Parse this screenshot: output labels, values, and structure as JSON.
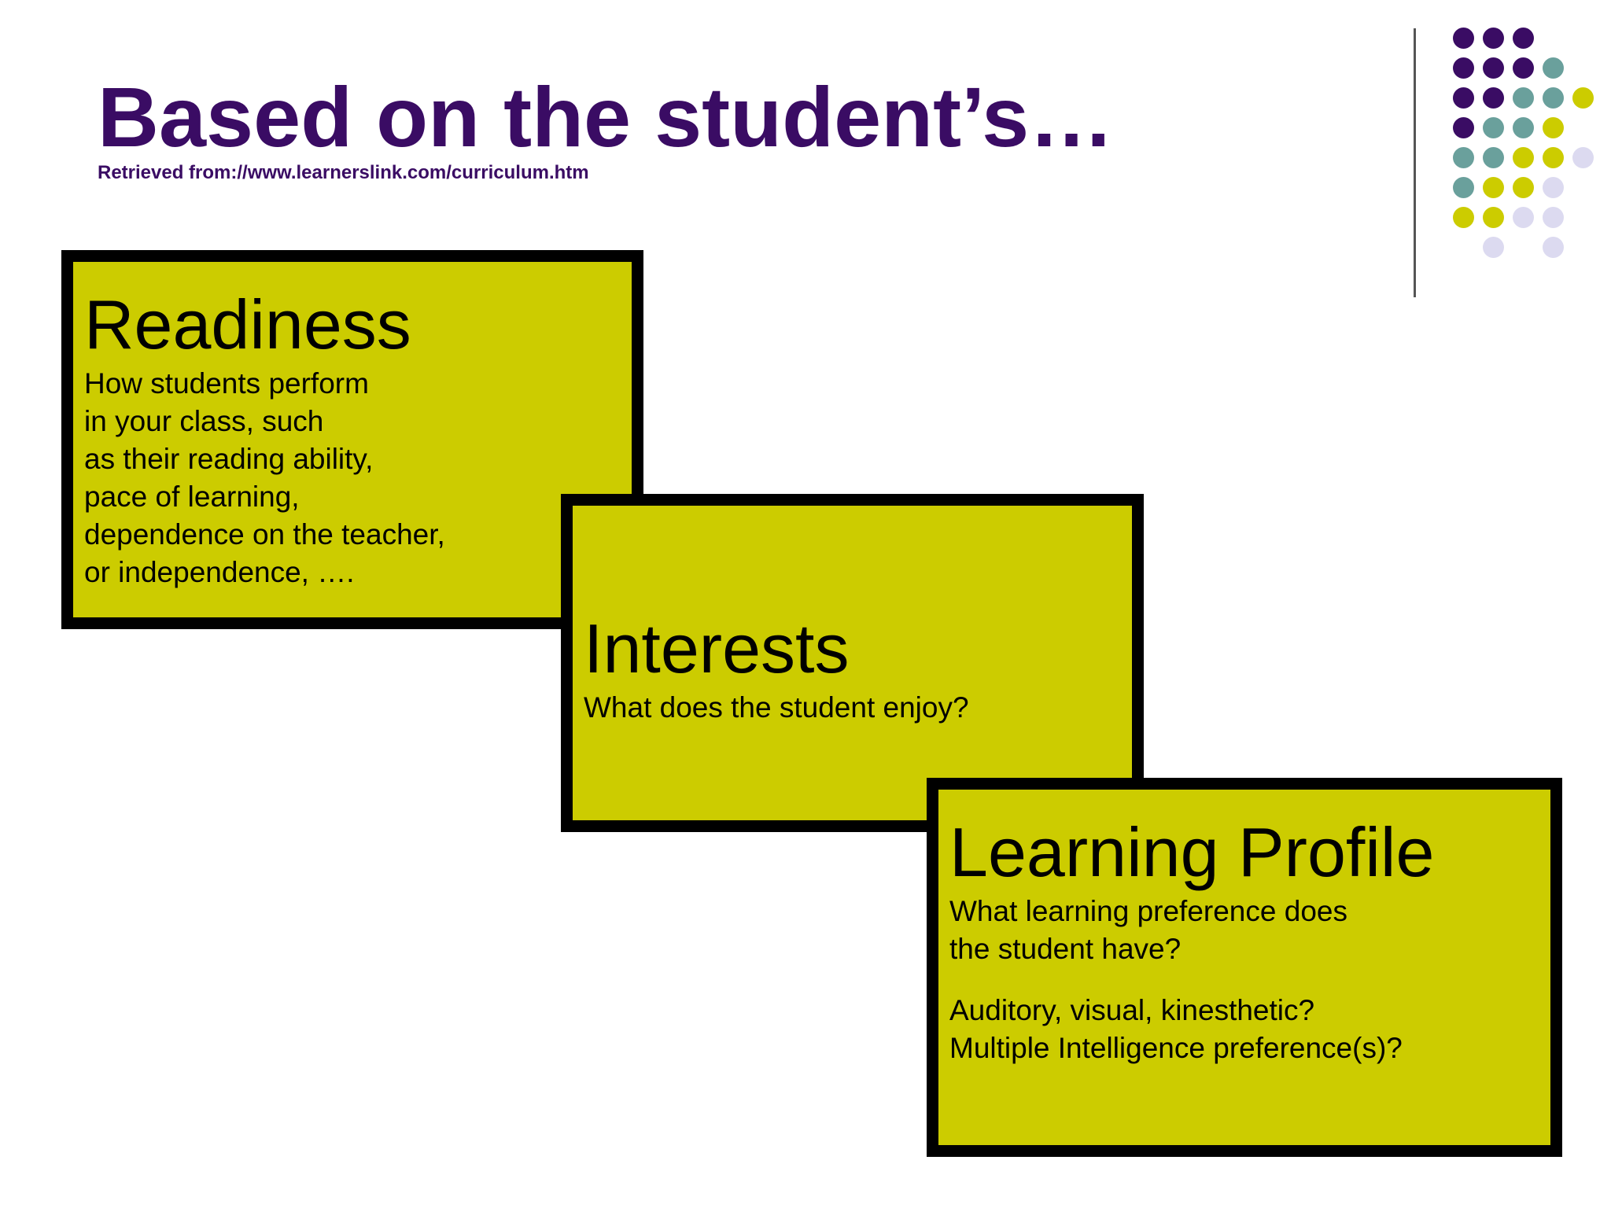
{
  "slide": {
    "title": "Based on the student’s…",
    "source": "Retrieved from://www.learnerslink.com/curriculum.htm"
  },
  "colors": {
    "purple": "#3a0c64",
    "teal": "#6aa09c",
    "olive": "#cccc00",
    "lavender": "#dcdaf0",
    "card_fill": "#cccc00",
    "card_border": "#000000"
  },
  "cards": {
    "readiness": {
      "heading": "Readiness",
      "lines": [
        "How students perform",
        "in your class, such",
        "as their reading ability,",
        "pace of learning,",
        "dependence on the teacher,",
        "or independence, …."
      ]
    },
    "interests": {
      "heading": "Interests",
      "lines": [
        "What does the student enjoy?"
      ]
    },
    "learning_profile": {
      "heading": "Learning Profile",
      "lines": [
        "What learning preference does",
        "the student have?",
        "Auditory, visual, kinesthetic?",
        "Multiple Intelligence preference(s)?"
      ]
    }
  }
}
